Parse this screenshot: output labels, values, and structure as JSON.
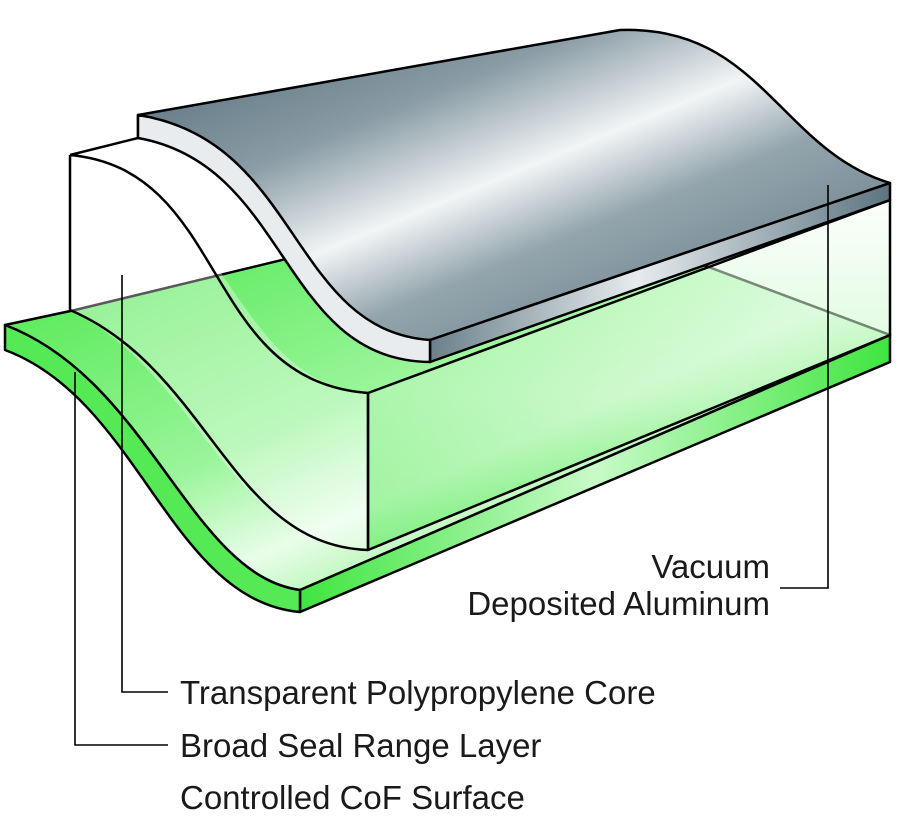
{
  "labels": {
    "aluminum_line1": "Vacuum",
    "aluminum_line2": "Deposited Aluminum",
    "core": "Transparent Polypropylene Core",
    "seal_line1": "Broad Seal Range Layer",
    "seal_line2": "Controlled CoF Surface"
  },
  "colors": {
    "seal_layer": "#4deb4d",
    "aluminum_layer": "#6f8590",
    "core_layer": "#ffffff",
    "outline": "#000000"
  }
}
